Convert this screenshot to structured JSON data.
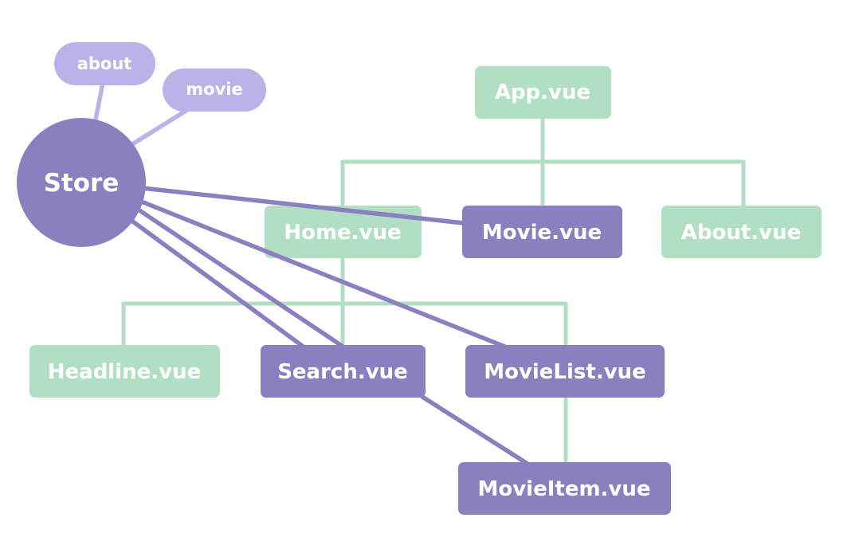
{
  "colors": {
    "component": "#b1dfc3",
    "store_connected": "#8b80bf",
    "store": "#8b80bf",
    "module": "#b9b3e8",
    "text": "#ffffff"
  },
  "store": {
    "label": "Store",
    "modules": [
      "about",
      "movie"
    ]
  },
  "nodes": {
    "app": "App.vue",
    "home": "Home.vue",
    "movie": "Movie.vue",
    "about": "About.vue",
    "headline": "Headline.vue",
    "search": "Search.vue",
    "movielist": "MovieList.vue",
    "movieitem": "MovieItem.vue"
  }
}
